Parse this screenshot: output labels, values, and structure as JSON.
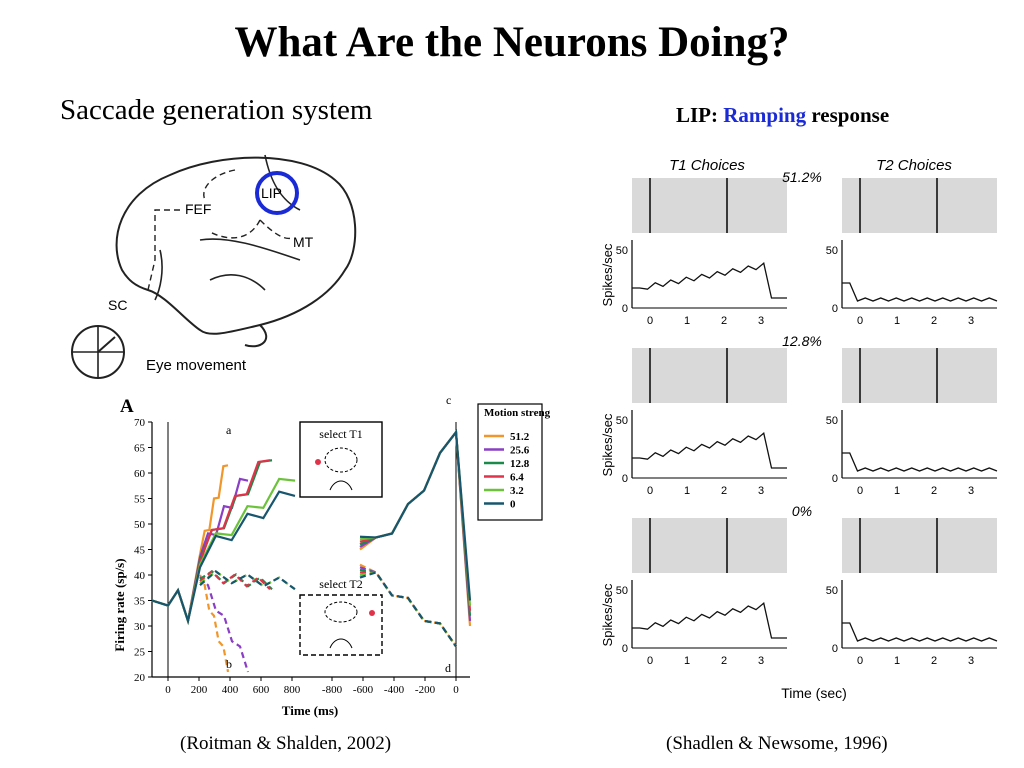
{
  "title": "What Are the Neurons Doing?",
  "left_heading": "Saccade generation system",
  "right_heading": {
    "prefix": "LIP:",
    "highlight": "Ramping",
    "suffix": "response"
  },
  "brain_diagram": {
    "labels": {
      "lip": "LIP",
      "fef": "FEF",
      "mt": "MT",
      "sc": "SC"
    },
    "eye_movement_label": "Eye movement",
    "highlight_color": "#1a2bd6"
  },
  "roitman_panel": {
    "panel_letter": "A",
    "ylabel": "Firing rate (sp/s)",
    "xlabel": "Time (ms)",
    "yticks": [
      "70",
      "65",
      "60",
      "55",
      "50",
      "45",
      "40",
      "35",
      "30",
      "25",
      "20"
    ],
    "xticks_left": [
      "0",
      "200",
      "400",
      "600",
      "800"
    ],
    "xticks_right": [
      "-800",
      "-600",
      "-400",
      "-200",
      "0"
    ],
    "markers": {
      "a": "a",
      "b": "b",
      "c": "c",
      "d": "d"
    },
    "inset_top_label": "select T1",
    "inset_bottom_label": "select T2",
    "legend_title": "Motion strength",
    "legend_items": [
      {
        "label": "51.2",
        "color": "#f0962a"
      },
      {
        "label": "25.6",
        "color": "#8a3fc4"
      },
      {
        "label": "12.8",
        "color": "#1a8a4a"
      },
      {
        "label": "6.4",
        "color": "#e0334a"
      },
      {
        "label": "3.2",
        "color": "#6cc23a"
      },
      {
        "label": "0",
        "color": "#17566e"
      }
    ]
  },
  "shadlen_panel": {
    "col_titles": [
      "T1 Choices",
      "T2 Choices"
    ],
    "coherences": [
      "51.2%",
      "12.8%",
      "0%"
    ],
    "ylabel": "Spikes/sec",
    "ytick_top": "50",
    "ytick_bottom": "0",
    "xticks": [
      "0",
      "1",
      "2",
      "3"
    ],
    "xlabel": "Time (sec)"
  },
  "citations": {
    "left": "(Roitman & Shalden, 2002)",
    "right": "(Shadlen & Newsome, 1996)"
  }
}
